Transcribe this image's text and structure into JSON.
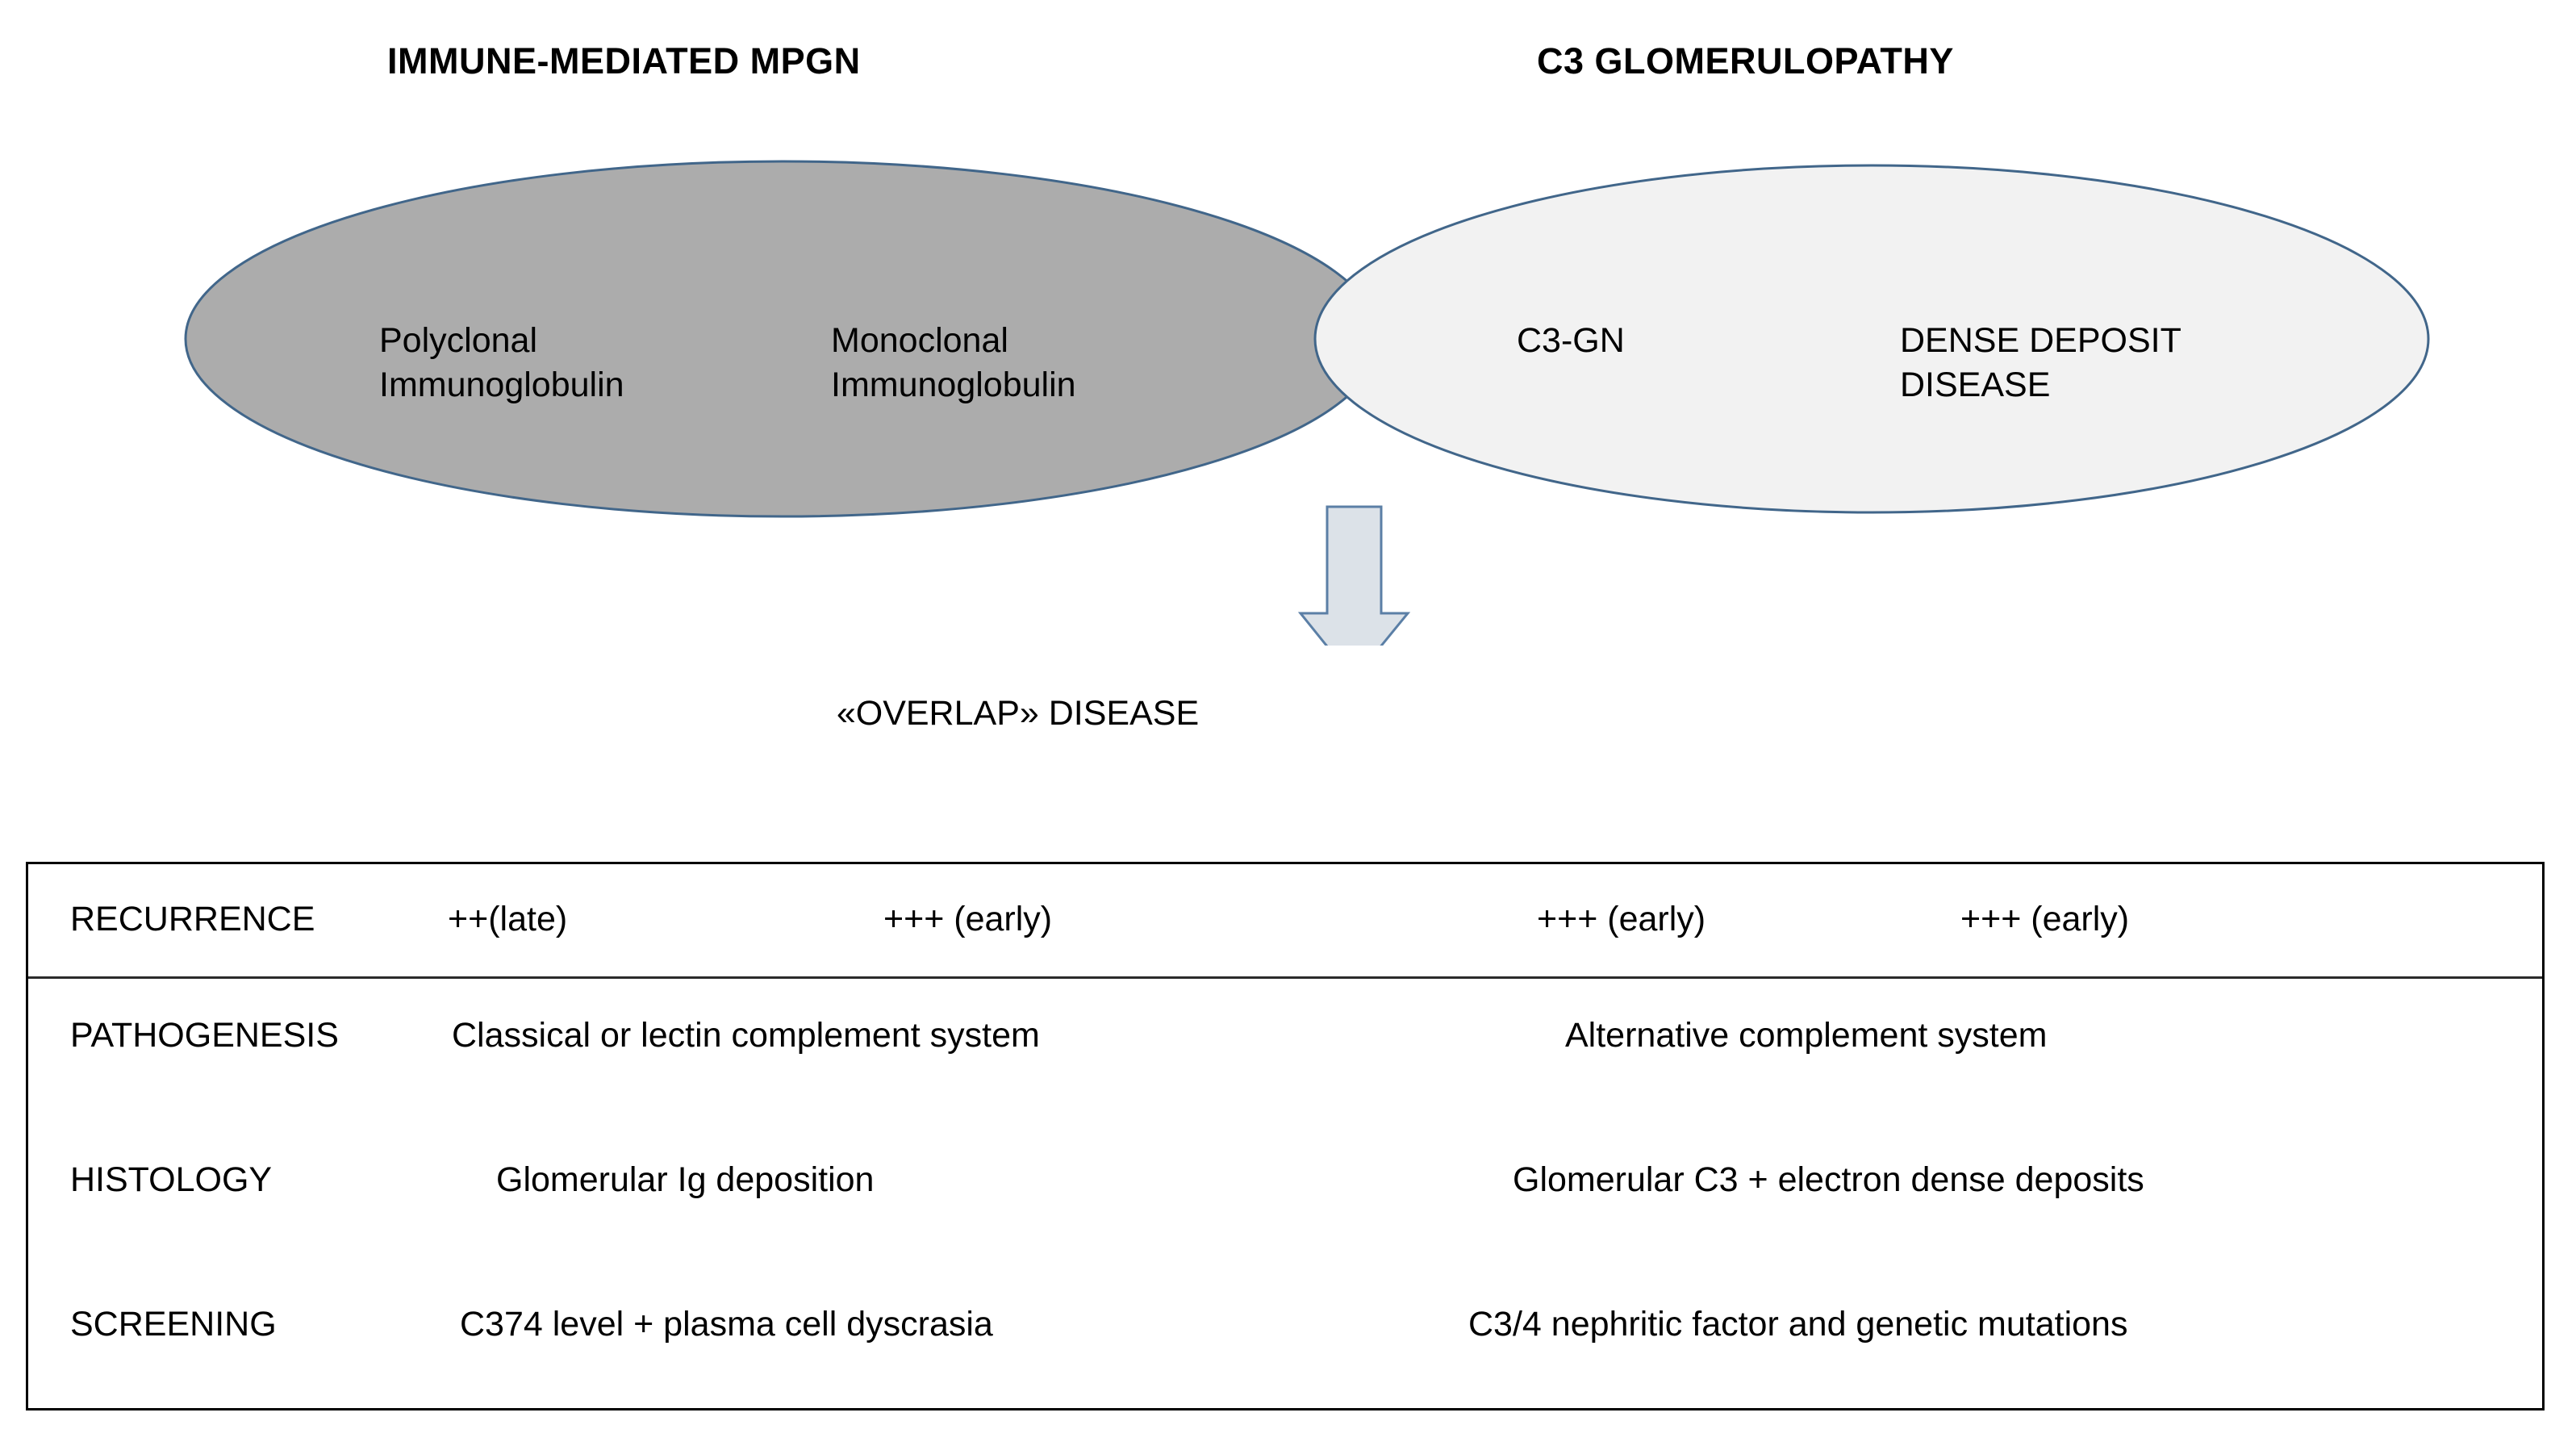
{
  "titles": {
    "left": "IMMUNE-MEDIATED MPGN",
    "right": "C3 GLOMERULOPATHY"
  },
  "venn": {
    "left_ellipse": {
      "name": "immune-mediated-mpgn-ellipse",
      "fill": "#ACACAC",
      "stroke": "#41668A",
      "labels": [
        "Polyclonal\nImmunoglobulin",
        "Monoclonal\nImmunoglobulin"
      ]
    },
    "right_ellipse": {
      "name": "c3-glomerulopathy-ellipse",
      "fill": "#F2F2F2",
      "stroke": "#41668A",
      "labels": [
        "C3-GN",
        "DENSE DEPOSIT\nDISEASE"
      ]
    },
    "arrow": {
      "label": "down-arrow",
      "fill": "#DCE2E8",
      "stroke": "#5B7FA6"
    },
    "overlap_caption": "«OVERLAP» DISEASE"
  },
  "table": {
    "recurrence": {
      "label": "RECURRENCE",
      "values": [
        "++(late)",
        "+++ (early)",
        "+++ (early)",
        "+++ (early)"
      ]
    },
    "rows": [
      {
        "label": "PATHOGENESIS",
        "left": "Classical or lectin complement system",
        "right": "Alternative complement system"
      },
      {
        "label": "HISTOLOGY",
        "left": "Glomerular Ig deposition",
        "right": "Glomerular C3 + electron dense deposits"
      },
      {
        "label": "SCREENING",
        "left": "C374 level + plasma cell dyscrasia",
        "right": "C3/4 nephritic factor and genetic mutations"
      }
    ]
  }
}
